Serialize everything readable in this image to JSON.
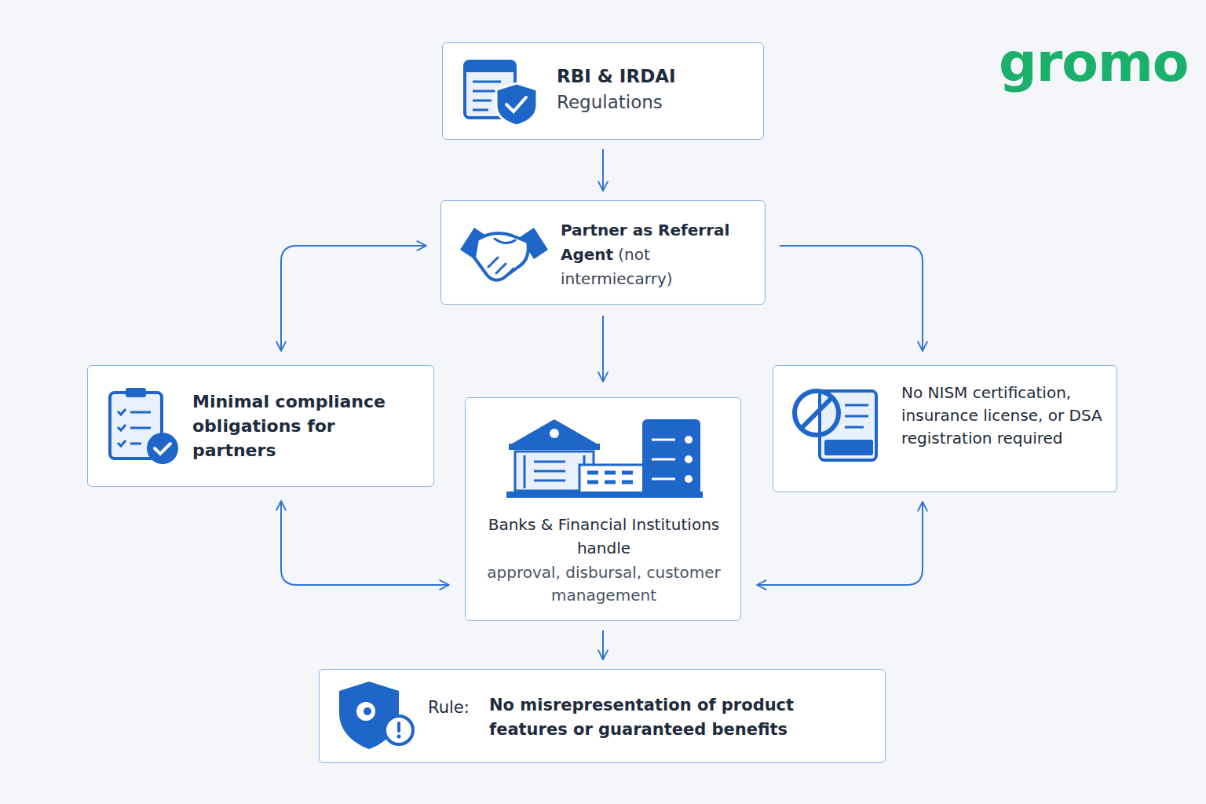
{
  "diagram": {
    "nodes": [
      {
        "text": [
          "RBI & IRDAI",
          "Regulations"
        ]
      },
      {
        "text": [
          "Partner as Referral Agent",
          "(not intermiecarry)"
        ]
      },
      {
        "text": [
          "Minimal compliance obligations for partners"
        ]
      },
      {
        "text": [
          "Banks & Financial Institutions handle",
          "approval, disbursal, customer management"
        ]
      },
      {
        "text": [
          "No NISM certification, insurance license, or DSA registration required"
        ]
      },
      {
        "text": [
          "Rule:",
          "No misrepresentation of product features or guaranteed benefits"
        ]
      }
    ],
    "edges": [
      {
        "from": 0,
        "to": 1,
        "arrow": "to"
      },
      {
        "from": 1,
        "to": 2,
        "arrow": "both"
      },
      {
        "from": 1,
        "to": 3,
        "arrow": "to"
      },
      {
        "from": 1,
        "to": 4,
        "arrow": "to"
      },
      {
        "from": 2,
        "to": 3,
        "arrow": "both"
      },
      {
        "from": 4,
        "to": 3,
        "arrow": "both"
      },
      {
        "from": 3,
        "to": 5,
        "arrow": "to"
      }
    ],
    "labels": [
      "gromo"
    ]
  }
}
